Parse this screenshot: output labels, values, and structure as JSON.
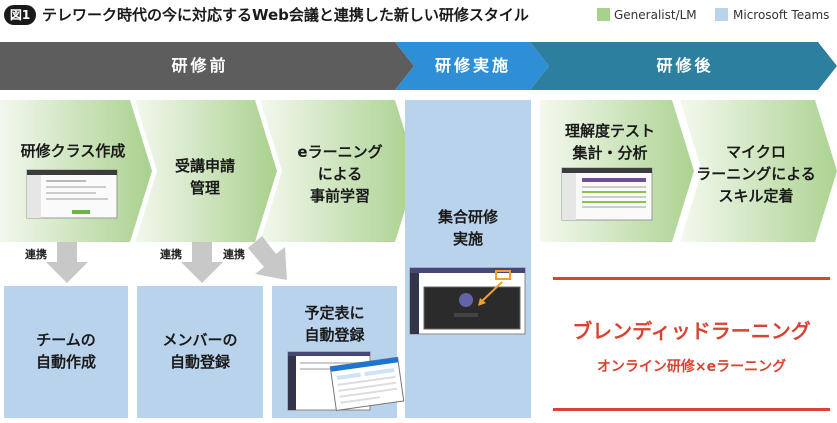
{
  "figure": {
    "badge": "図1",
    "title": "テレワーク時代の今に対応するWeb会議と連携した新しい研修スタイル"
  },
  "legend": [
    {
      "label": "Generalist/LM",
      "color": "#a9d18e"
    },
    {
      "label": "Microsoft Teams",
      "color": "#b9d3ec"
    }
  ],
  "phases": [
    {
      "label": "研修前"
    },
    {
      "label": "研修実施"
    },
    {
      "label": "研修後"
    }
  ],
  "steps": {
    "class_creation": "研修クラス作成",
    "application": "受講申請\n管理",
    "elearning": "eラーニング\nによる\n事前学習",
    "group_training": "集合研修\n実施",
    "test_analysis": "理解度テスト\n集計・分析",
    "microlearning": "マイクロ\nラーニングによる\nスキル定着",
    "team_auto": "チームの\n自動作成",
    "member_auto": "メンバーの\n自動登録",
    "schedule_auto": "予定表に\n自動登録"
  },
  "link_label": "連携",
  "blended": {
    "title": "ブレンディッドラーニング",
    "subtitle": "オンライン研修×eラーニング"
  },
  "colors": {
    "phase_gray": "#5d5d5d",
    "phase_blue": "#2f8fd6",
    "phase_teal": "#2d7fa0",
    "accent_red": "#d94332"
  }
}
